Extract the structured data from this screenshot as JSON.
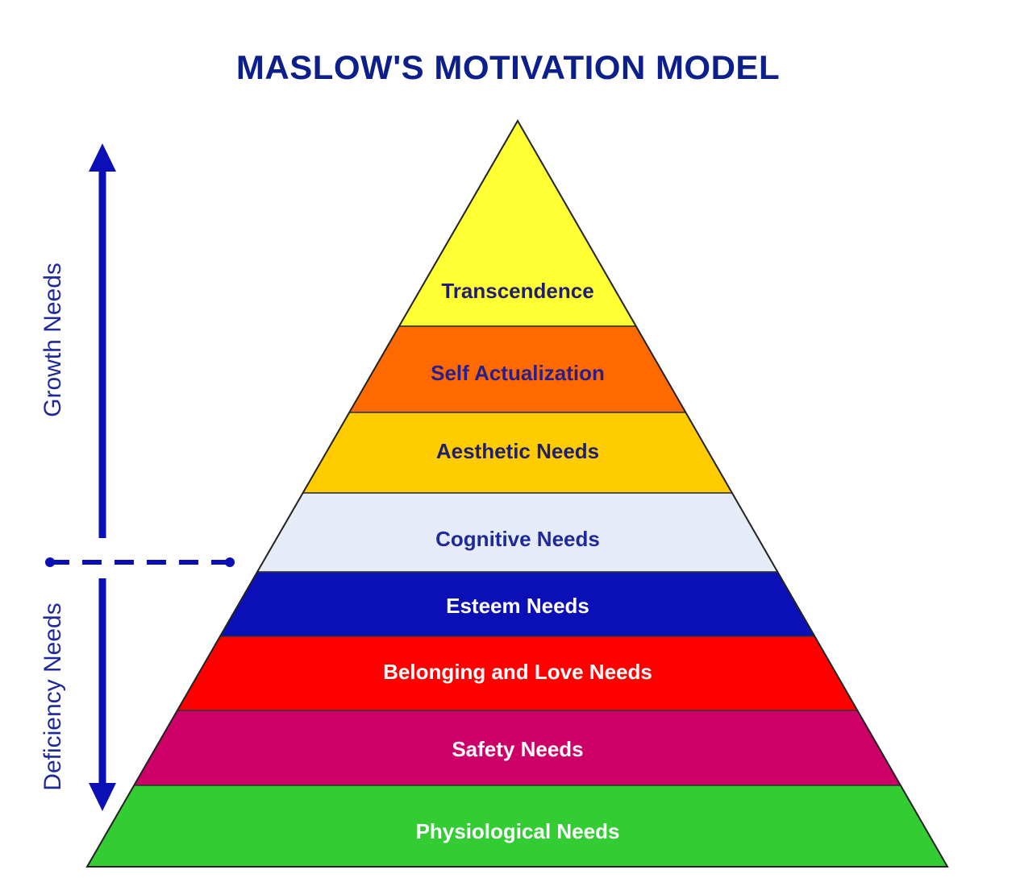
{
  "title": "MASLOW'S MOTIVATION MODEL",
  "side_labels": {
    "growth": "Growth Needs",
    "deficiency": "Deficiency Needs"
  },
  "levels": [
    {
      "label": "Transcendence",
      "fill": "#ffff33",
      "text_color": "#1f1f6e"
    },
    {
      "label": "Self Actualization",
      "fill": "#ff6a00",
      "text_color": "#2a1f8a"
    },
    {
      "label": "Aesthetic Needs",
      "fill": "#ffcc00",
      "text_color": "#1f1f6e"
    },
    {
      "label": "Cognitive Needs",
      "fill": "#e6ecf7",
      "text_color": "#1f2a9a"
    },
    {
      "label": "Esteem Needs",
      "fill": "#0a10b5",
      "text_color": "#ffffff"
    },
    {
      "label": "Belonging and Love Needs",
      "fill": "#ff0000",
      "text_color": "#ffffff"
    },
    {
      "label": "Safety Needs",
      "fill": "#cc0066",
      "text_color": "#ffffff"
    },
    {
      "label": "Physiological Needs",
      "fill": "#33cc33",
      "text_color": "#ffffff"
    }
  ],
  "colors": {
    "title": "#0d1f8a",
    "arrow": "#0a10b5",
    "side_text": "#1f2a9a",
    "outline": "#222222"
  }
}
